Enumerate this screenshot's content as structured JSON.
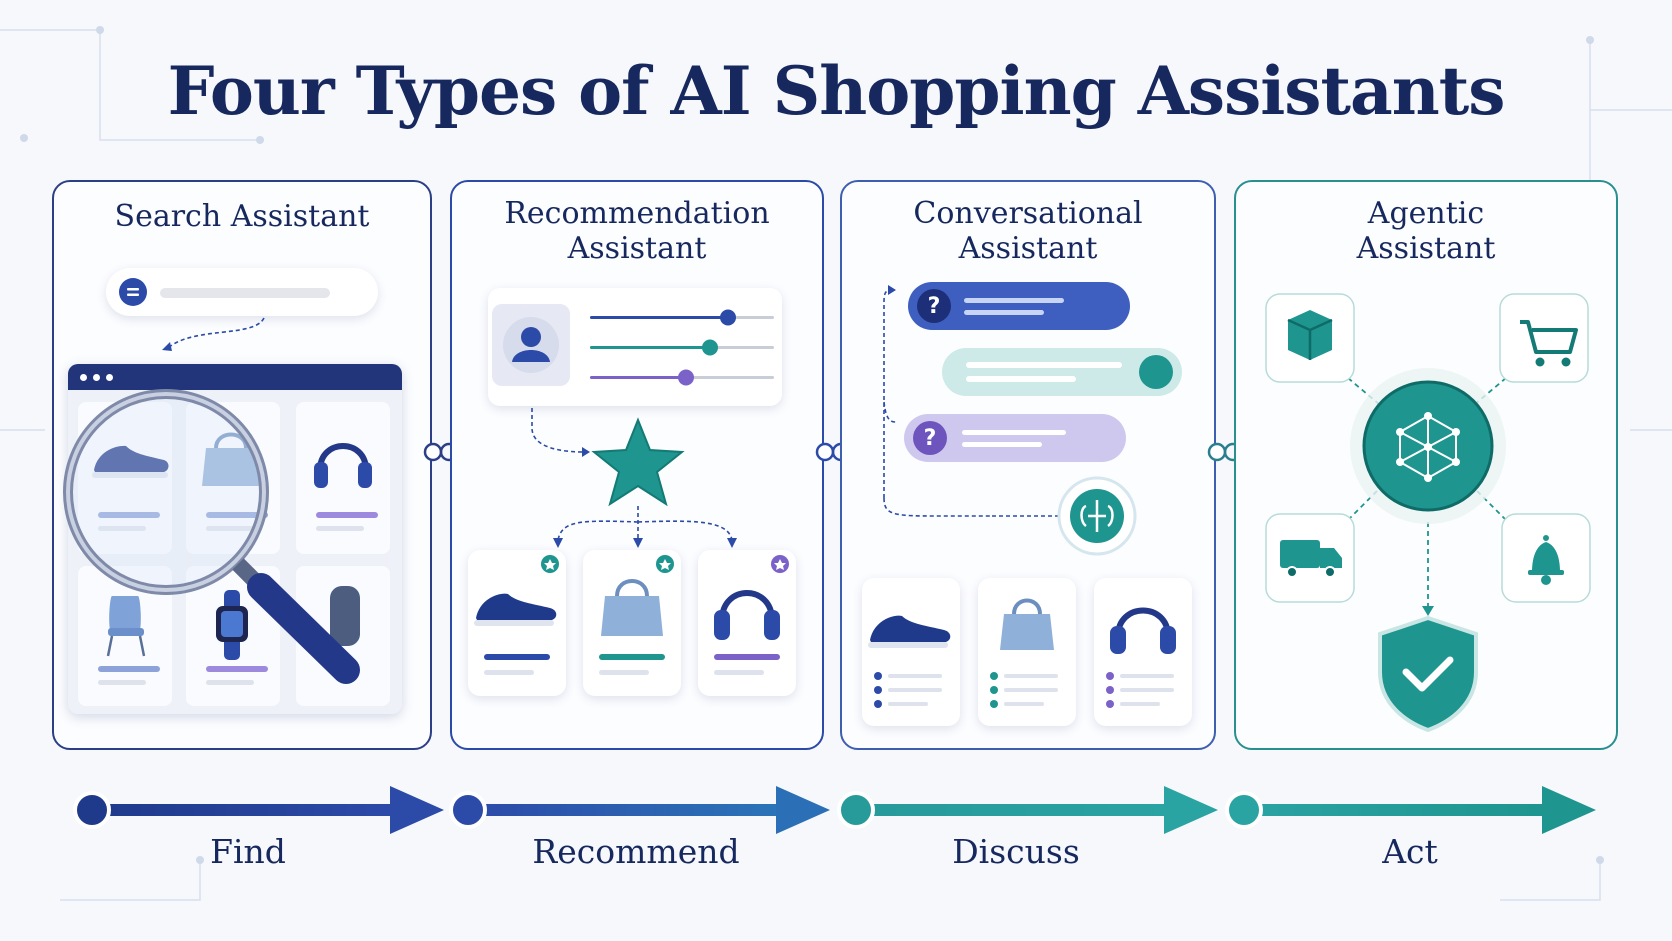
{
  "title": "Four Types of AI Shopping Assistants",
  "panels": [
    {
      "title": "Search Assistant"
    },
    {
      "title": "Recommendation\nAssistant"
    },
    {
      "title": "Conversational\nAssistant"
    },
    {
      "title": "Agentic\nAssistant"
    }
  ],
  "flow": [
    "Find",
    "Recommend",
    "Discuss",
    "Act"
  ],
  "icons": {
    "search": [
      "search-bar-icon",
      "magnifier-icon",
      "shoe-icon",
      "handbag-icon",
      "headphones-icon",
      "chair-icon",
      "smartwatch-icon",
      "speaker-icon"
    ],
    "recommendation": [
      "user-profile-icon",
      "preference-slider-icon",
      "star-icon",
      "shoe-icon",
      "handbag-icon",
      "headphones-icon"
    ],
    "conversational": [
      "question-bubble-icon",
      "reply-bubble-icon",
      "brain-icon"
    ],
    "agentic": [
      "box-icon",
      "cart-icon",
      "network-hub-icon",
      "truck-icon",
      "bell-icon",
      "shield-check-icon"
    ]
  },
  "colors": {
    "navy": "#16285e",
    "blue": "#2c4aa8",
    "teal": "#1e958f",
    "purple": "#7a62c8"
  }
}
